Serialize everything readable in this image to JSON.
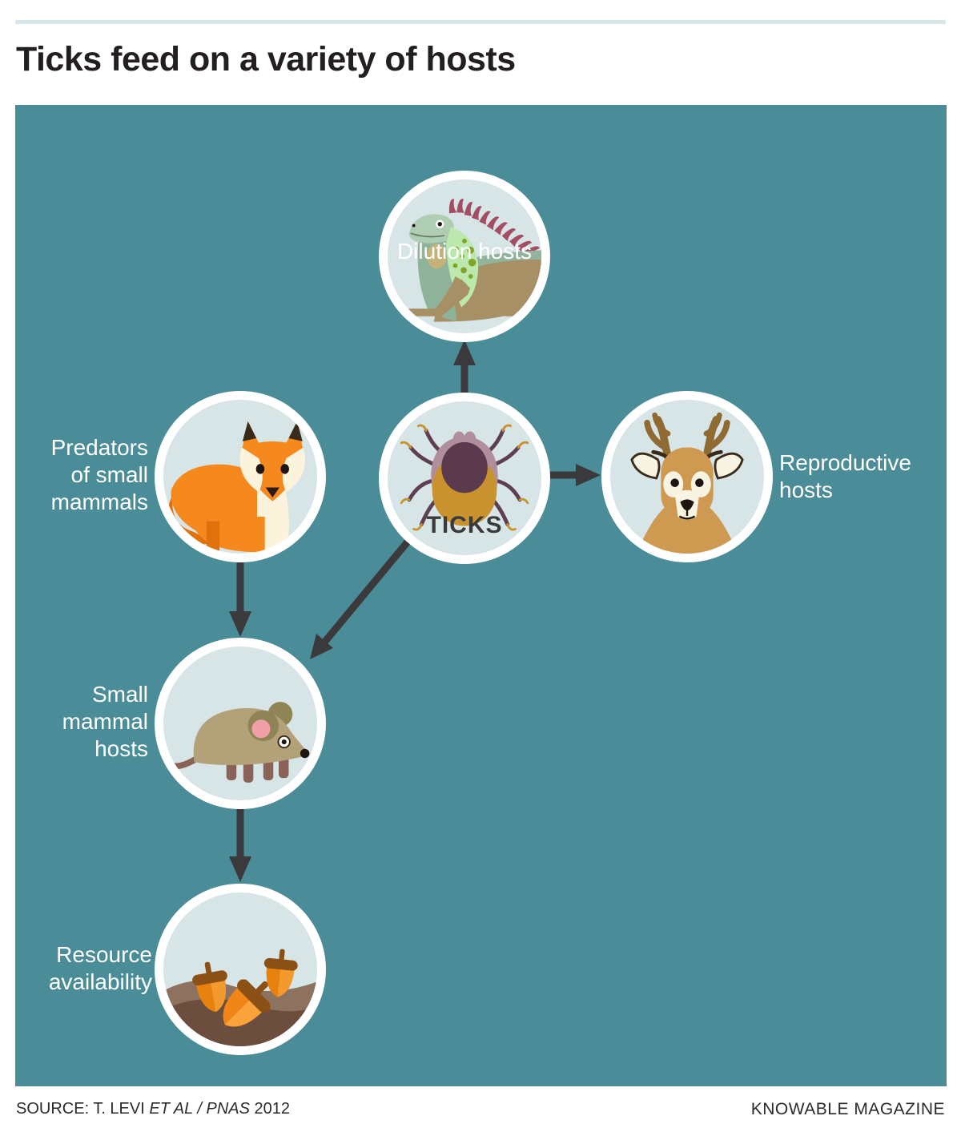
{
  "title": "Ticks feed on a variety of hosts",
  "panel": {
    "background_color": "#4A8C98",
    "node_fill_color": "#D7E5E7",
    "node_border_color": "#FFFFFF",
    "arrow_color": "#3A3A3C",
    "label_color": "#FFFFFF",
    "top_rule_color": "#D5E7E9"
  },
  "diagram": {
    "center_node": {
      "id": "ticks",
      "label": "TICKS",
      "icon": "tick-icon"
    },
    "nodes": [
      {
        "id": "dilution-hosts",
        "label": "Dilution hosts",
        "icon": "iguana-icon",
        "label_position": "above"
      },
      {
        "id": "predators-of-small-mammals",
        "label": "Predators\nof small\nmammals",
        "icon": "fox-icon",
        "label_position": "left"
      },
      {
        "id": "reproductive-hosts",
        "label": "Reproductive\nhosts",
        "icon": "deer-icon",
        "label_position": "right"
      },
      {
        "id": "small-mammal-hosts",
        "label": "Small\nmammal\nhosts",
        "icon": "mouse-icon",
        "label_position": "left"
      },
      {
        "id": "resource-availability",
        "label": "Resource\navailability",
        "icon": "acorns-icon",
        "label_position": "left"
      }
    ],
    "edges": [
      {
        "from": "ticks",
        "to": "dilution-hosts"
      },
      {
        "from": "ticks",
        "to": "reproductive-hosts"
      },
      {
        "from": "ticks",
        "to": "small-mammal-hosts"
      },
      {
        "from": "predators-of-small-mammals",
        "to": "small-mammal-hosts"
      },
      {
        "from": "small-mammal-hosts",
        "to": "resource-availability"
      }
    ]
  },
  "footer": {
    "source_prefix": "SOURCE: T. LEVI ",
    "source_italic": "ET AL / PNAS",
    "source_suffix": " 2012",
    "credit": "KNOWABLE MAGAZINE"
  }
}
